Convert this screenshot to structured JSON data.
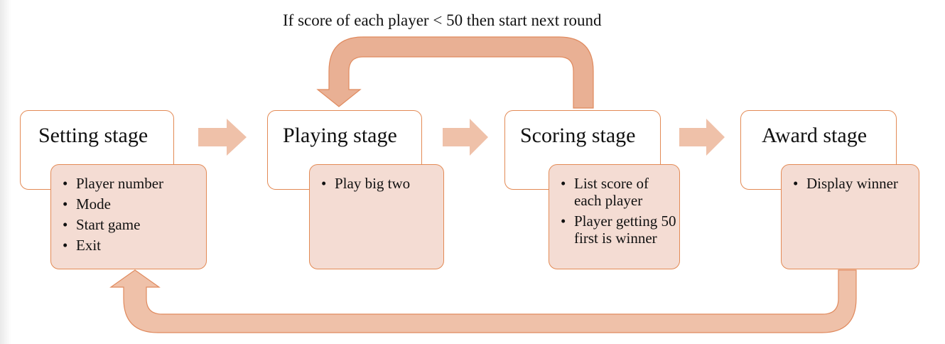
{
  "diagram": {
    "loop_caption": "If score of each player < 50 then start next round",
    "colors": {
      "stage_border": "#e38a55",
      "detail_fill": "#f4dcd3",
      "arrow_fill": "#efc1a9",
      "loop_arrow_fill": "#e9b094"
    },
    "stages": [
      {
        "title": "Setting stage",
        "items": [
          "Player number",
          "Mode",
          "Start game",
          "Exit"
        ]
      },
      {
        "title": "Playing stage",
        "items": [
          "Play big two"
        ]
      },
      {
        "title": "Scoring stage",
        "items": [
          "List score of each player",
          "Player getting 50 first is winner"
        ]
      },
      {
        "title": "Award stage",
        "items": [
          "Display winner"
        ]
      }
    ]
  }
}
